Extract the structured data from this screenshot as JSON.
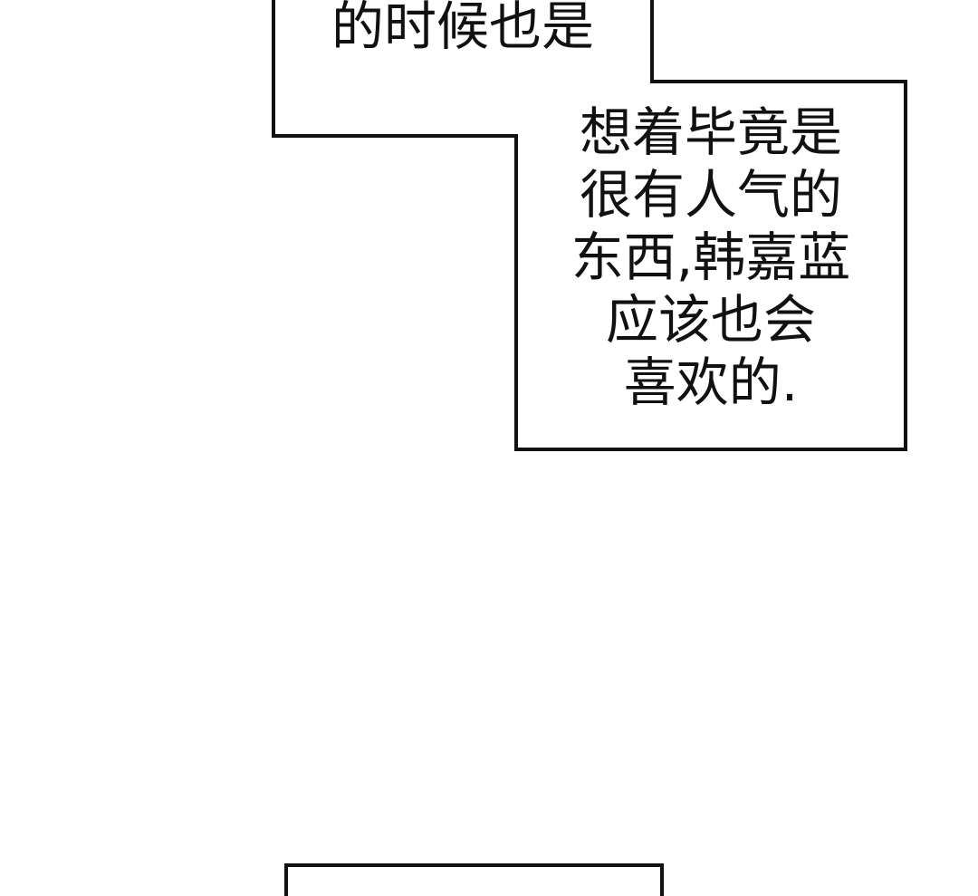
{
  "bubbles": {
    "top_caption": {
      "text": "的时候也是"
    },
    "main_caption": {
      "lines": [
        "想着毕竟是",
        "很有人气的",
        "东西,韩嘉蓝",
        "应该也会",
        "喜欢的."
      ]
    },
    "bottom_caption": {
      "text": ""
    }
  },
  "colors": {
    "border": "#111111",
    "background": "#ffffff"
  }
}
